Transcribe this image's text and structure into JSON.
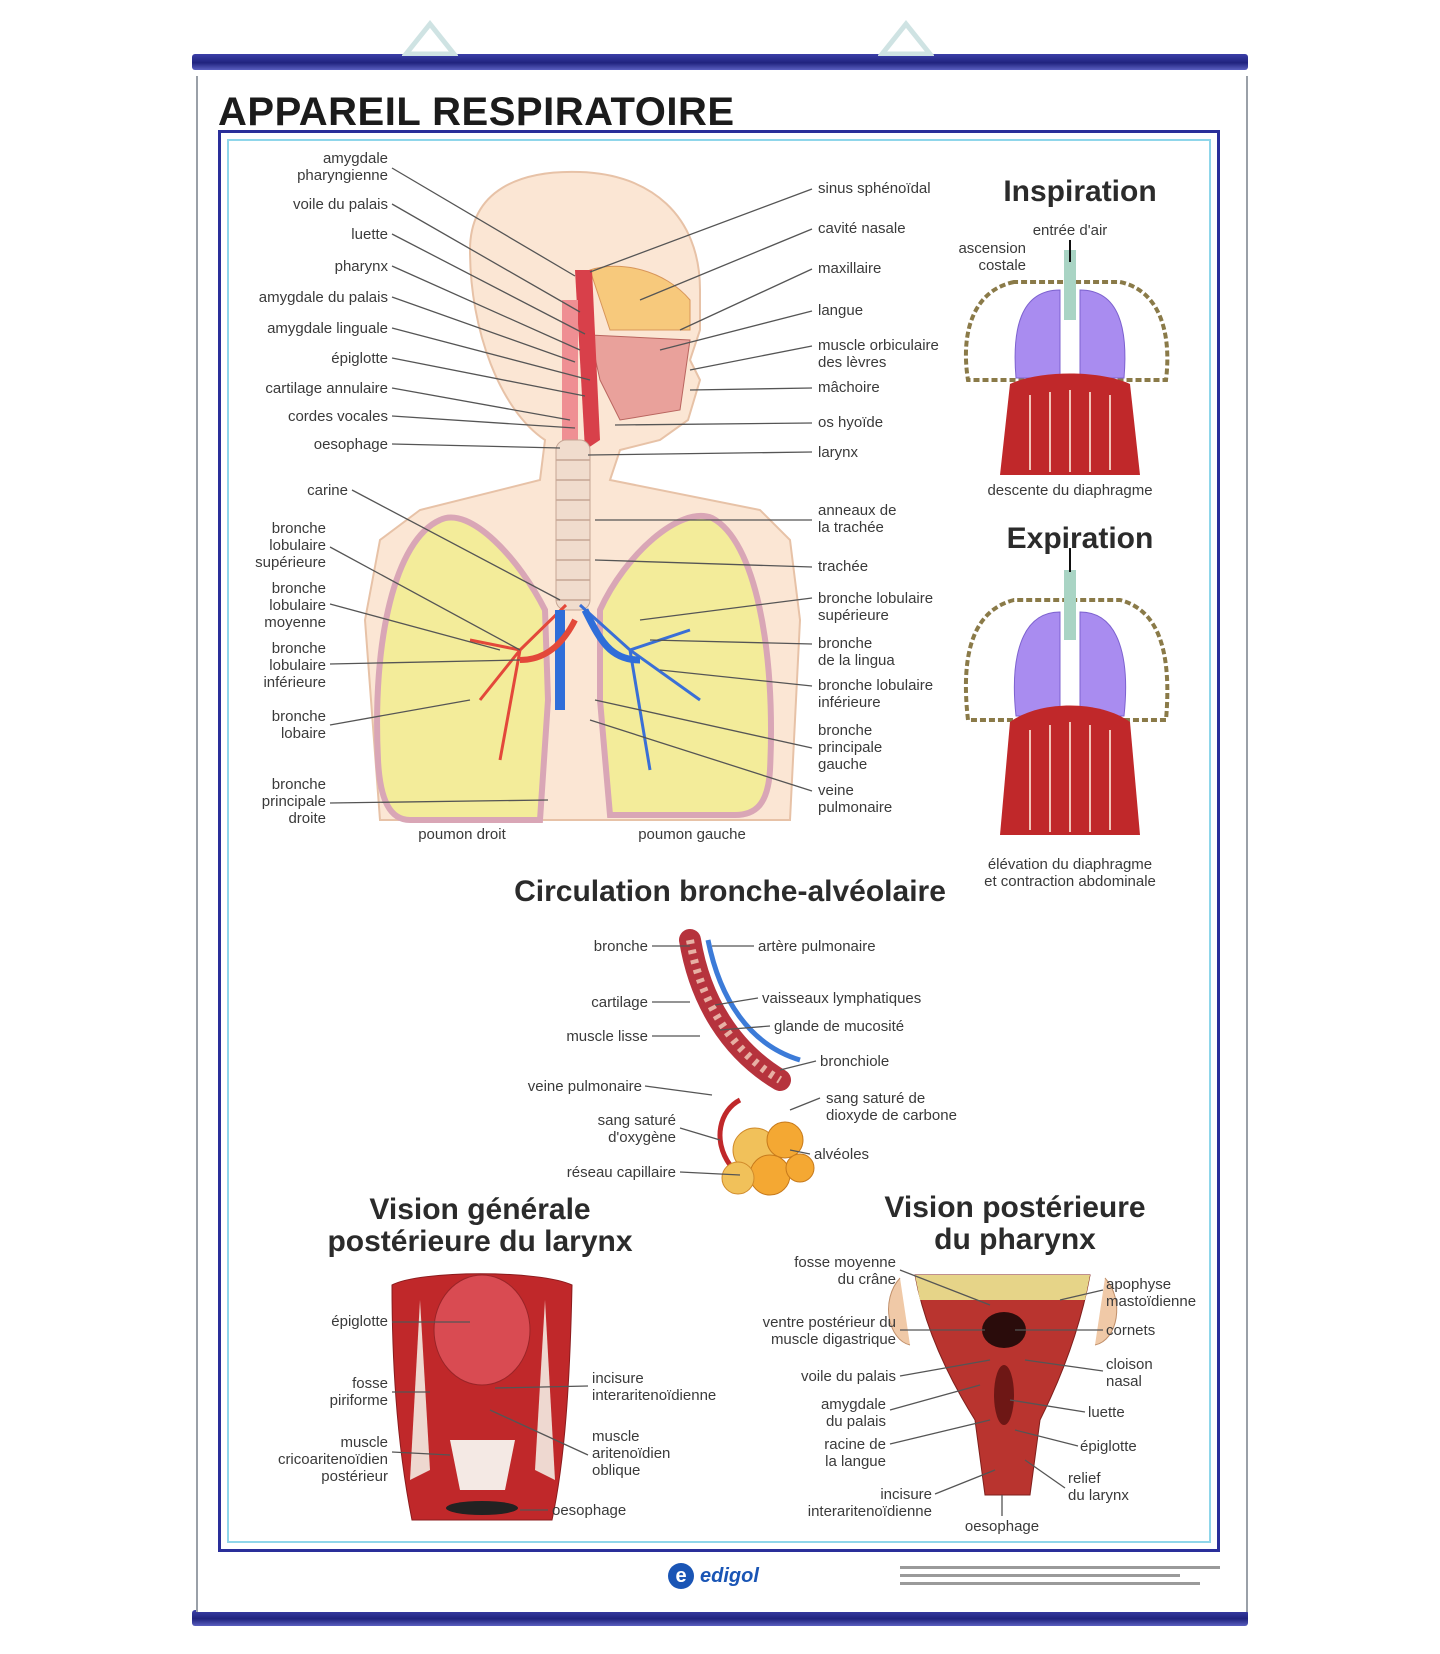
{
  "title": "APPAREIL RESPIRATOIRE",
  "sections": {
    "inspiration": "Inspiration",
    "expiration": "Expiration",
    "circulation": "Circulation bronche-alvéolaire",
    "larynx": "Vision générale\npostérieure du larynx",
    "pharynx": "Vision postérieure\ndu pharynx"
  },
  "main_left_labels": [
    "amygdale\npharyngienne",
    "voile du palais",
    "luette",
    "pharynx",
    "amygdale du palais",
    "amygdale linguale",
    "épiglotte",
    "cartilage annulaire",
    "cordes vocales",
    "oesophage",
    "carine",
    "bronche\nlobulaire\nsupérieure",
    "bronche\nlobulaire\nmoyenne",
    "bronche\nlobulaire\ninférieure",
    "bronche\nlobaire",
    "bronche\nprincipale\ndroite"
  ],
  "main_right_labels": [
    "sinus sphénoïdal",
    "cavité nasale",
    "maxillaire",
    "langue",
    "muscle orbiculaire\ndes lèvres",
    "mâchoire",
    "os hyoïde",
    "larynx",
    "anneaux de\nla trachée",
    "trachée",
    "bronche lobulaire\nsupérieure",
    "bronche\nde la lingua",
    "bronche lobulaire\ninférieure",
    "bronche\nprincipale\ngauche",
    "veine\npulmonaire"
  ],
  "lungs": {
    "right": "poumon droit",
    "left": "poumon gauche"
  },
  "inspiration_labels": {
    "air": "entrée d'air",
    "costal": "ascension\ncostale",
    "diaphragm": "descente du diaphragme"
  },
  "expiration_labels": {
    "diaphragm": "élévation du diaphragme\net contraction abdominale"
  },
  "circulation_labels": {
    "left": [
      "bronche",
      "cartilage",
      "muscle lisse",
      "veine pulmonaire",
      "sang saturé\nd'oxygène",
      "réseau capillaire"
    ],
    "right": [
      "artère pulmonaire",
      "vaisseaux lymphatiques",
      "glande de mucosité",
      "bronchiole",
      "sang saturé de\ndioxyde de carbone",
      "alvéoles"
    ]
  },
  "larynx_labels": {
    "left": [
      "épiglotte",
      "fosse\npiriforme",
      "muscle\ncricoaritenoïdien\npostérieur"
    ],
    "right": [
      "incisure\ninteraritenoïdienne",
      "muscle\naritenoïdien\noblique",
      "oesophage"
    ]
  },
  "pharynx_labels": {
    "left": [
      "fosse moyenne\ndu crâne",
      "ventre postérieur du\nmuscle digastrique",
      "voile du palais",
      "amygdale\ndu palais",
      "racine de\nla langue",
      "incisure\ninteraritenoïdienne"
    ],
    "right": [
      "apophyse\nmastoïdienne",
      "cornets",
      "cloison\nnasal",
      "luette",
      "épiglotte",
      "relief\ndu larynx"
    ],
    "bottom": "oesophage"
  },
  "publisher": "edigol",
  "colors": {
    "frame": "#2a2f9a",
    "rail": "#20237e",
    "lung": "#f3ec9a",
    "muscle": "#c0282a",
    "lung_purple": "#a98cf0",
    "logo": "#1a55b5"
  }
}
